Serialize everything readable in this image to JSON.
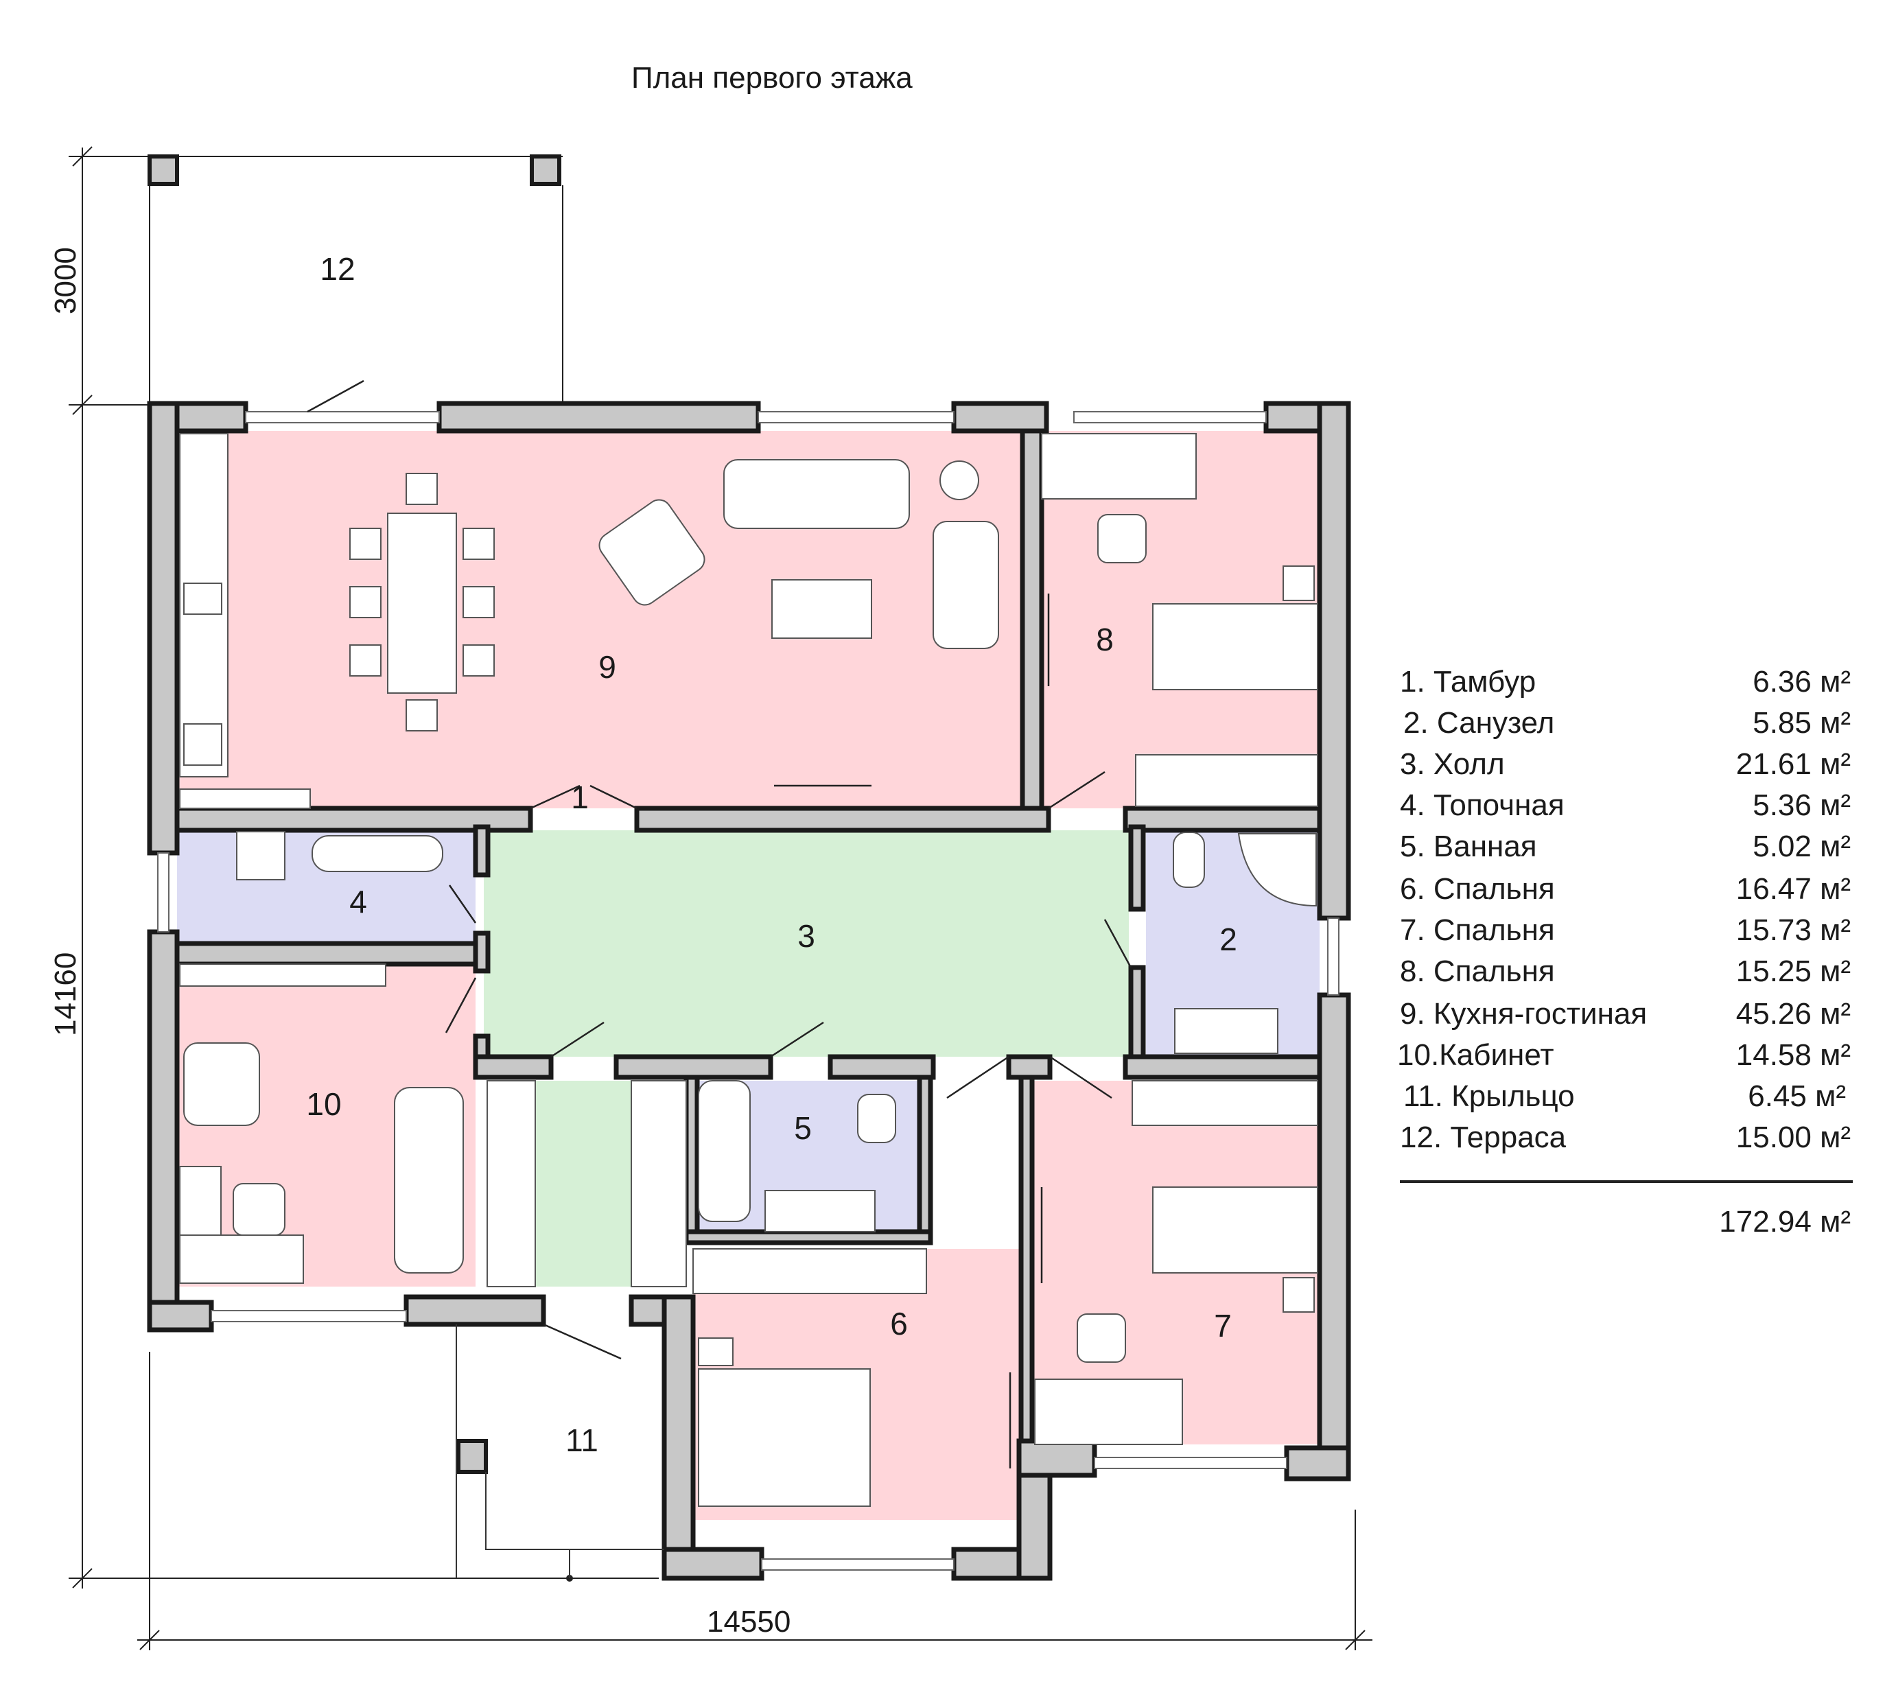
{
  "title": "План первого этажа",
  "dimensions": {
    "terrace_depth": "3000",
    "total_height": "14160",
    "total_width": "14550"
  },
  "colors": {
    "living_rooms": "#ffd6da",
    "wet_rooms": "#dcdcf4",
    "circulation": "#d6f0d6",
    "walls": "#c8c8c8"
  },
  "rooms": [
    {
      "num": "1",
      "name": "Тамбур",
      "area": "6.36 м²"
    },
    {
      "num": "2",
      "name": "Санузел",
      "area": "5.85 м²"
    },
    {
      "num": "3",
      "name": "Холл",
      "area": "21.61 м²"
    },
    {
      "num": "4",
      "name": "Топочная",
      "area": "5.36 м²"
    },
    {
      "num": "5",
      "name": "Ванная",
      "area": "5.02 м²"
    },
    {
      "num": "6",
      "name": "Спальня",
      "area": "16.47 м²"
    },
    {
      "num": "7",
      "name": "Спальня",
      "area": "15.73 м²"
    },
    {
      "num": "8",
      "name": "Спальня",
      "area": "15.25 м²"
    },
    {
      "num": "9",
      "name": "Кухня-гостиная",
      "area": "45.26 м²"
    },
    {
      "num": "10",
      "name": "Кабинет",
      "area": "14.58 м²"
    },
    {
      "num": "11",
      "name": "Крыльцо",
      "area": "6.45 м²"
    },
    {
      "num": "12",
      "name": "Терраса",
      "area": "15.00 м²"
    }
  ],
  "legend_labels": [
    "1. Тамбур",
    "2. Санузел",
    "3. Холл",
    "4. Топочная",
    "5. Ванная",
    "6. Спальня",
    "7. Спальня",
    "8. Спальня",
    "9. Кухня-гостиная",
    "10.Кабинет",
    "11. Крыльцо",
    "12. Терраса"
  ],
  "total_area": "172.94 м²"
}
